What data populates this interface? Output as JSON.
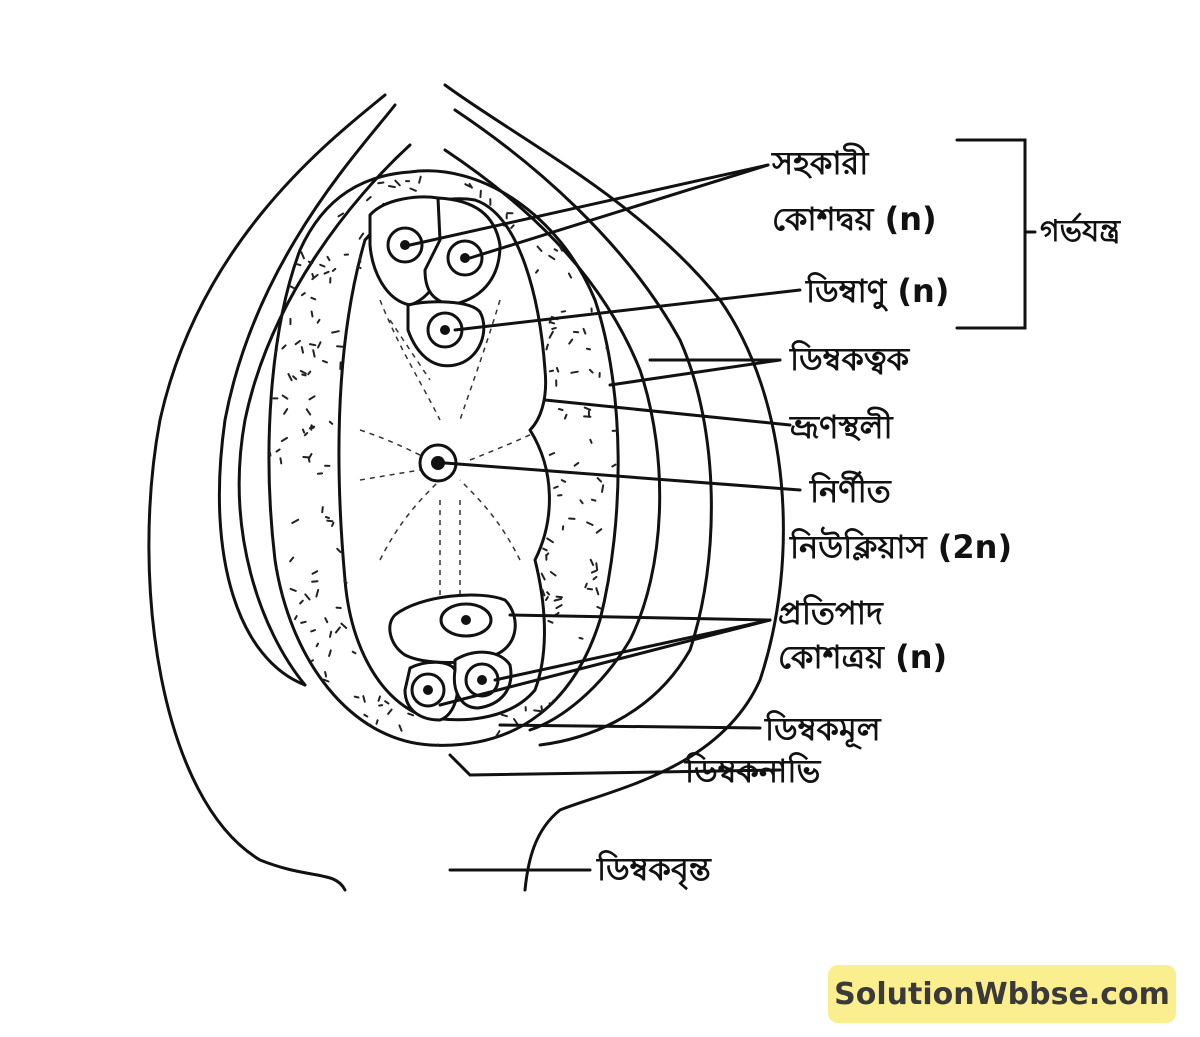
{
  "labels": {
    "synergids_line1": "সহকারী",
    "synergids_line2": "কোশদ্বয় (n)",
    "egg_cell": "ডিম্বাণু (n)",
    "egg_apparatus": "গর্ভযন্ত্র",
    "integument": "ডিম্বকত্বক",
    "embryo_sac": "ভ্রূণস্থলী",
    "secondary_nucleus_line1": "নির্ণীত",
    "secondary_nucleus_line2": "নিউক্লিয়াস (2n)",
    "antipodals_line1": "প্রতিপাদ",
    "antipodals_line2": "কোশত্রয় (n)",
    "chalaza": "ডিম্বকমূল",
    "hilum": "ডিম্বকনাভি",
    "funicle": "ডিম্বকবৃন্ত"
  },
  "watermark": "SolutionWbbse.com",
  "colors": {
    "ink": "#111111",
    "watermark_bg": "#fbee8e",
    "watermark_text": "#3a3a3a"
  }
}
